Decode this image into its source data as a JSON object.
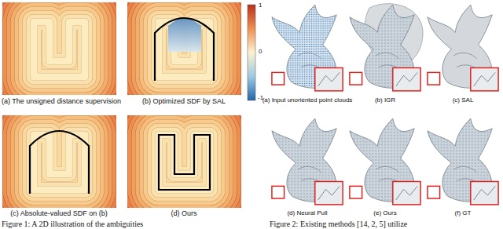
{
  "diagram": {
    "labels": [
      "(a) The unsigned distance supervision",
      "(b) Optimized SDF by SAL",
      "(c) Absolute-valued SDF on (b)",
      "(d) Ours",
      "1",
      "0",
      "-1",
      "(a) Input unoriented point clouds",
      "(b) IGR",
      "(c) SAL",
      "(d) Neural Pull",
      "(e) Ours",
      "(f) GT",
      "Figure 1: A 2D illustration of the ambiguities",
      "Figure 2: Existing methods [14, 2, 5] utilize"
    ]
  }
}
